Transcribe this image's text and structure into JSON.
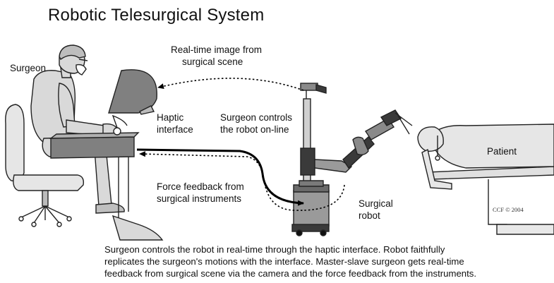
{
  "title": "Robotic Telesurgical System",
  "labels": {
    "surgeon": "Surgeon",
    "realtime_image": [
      "Real-time image from",
      "surgical scene"
    ],
    "haptic": [
      "Haptic",
      "interface"
    ],
    "controls": [
      "Surgeon controls",
      "the robot on-line"
    ],
    "force": [
      "Force feedback from",
      "surgical instruments"
    ],
    "robot": [
      "Surgical",
      "robot"
    ],
    "patient": "Patient",
    "credit": "CCF © 2004"
  },
  "caption": [
    "Surgeon controls the robot in real-time through the haptic interface. Robot faithfully",
    "replicates the surgeon's motions with the interface.  Master-slave surgeon gets real-time",
    "feedback from surgical scene via the camera and the force feedback from the instruments."
  ],
  "colors": {
    "figure_fill": "#d9d9d9",
    "figure_stroke": "#222222",
    "monitor_fill": "#808080",
    "robot_dark": "#3a3a3a",
    "robot_mid": "#8a8a8a"
  }
}
